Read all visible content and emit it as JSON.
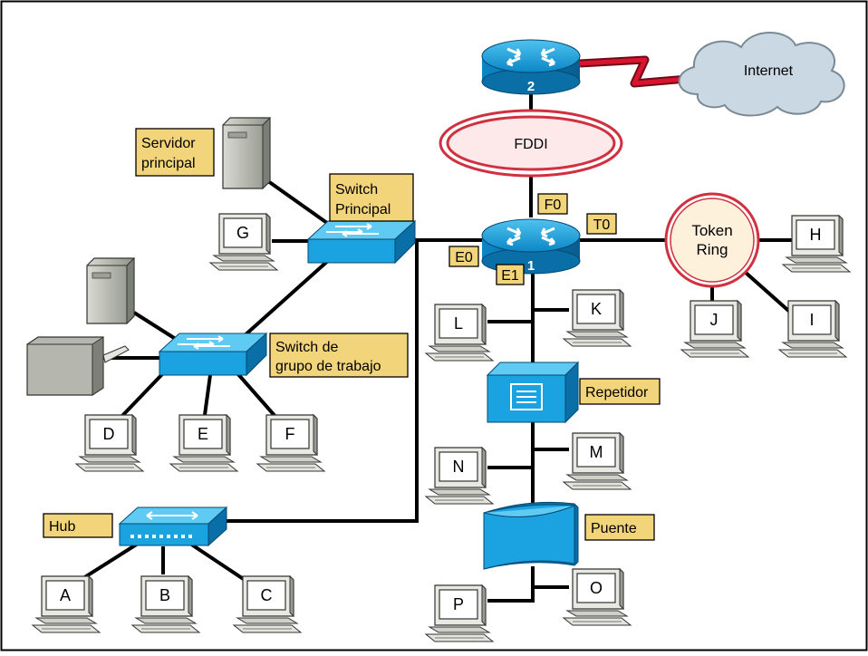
{
  "labels": {
    "internet": "Internet",
    "fddi": "FDDI",
    "router_top": "2",
    "router_mid": "1",
    "port_f0": "F0",
    "port_t0": "T0",
    "port_e0": "E0",
    "port_e1": "E1",
    "token_ring_line1": "Token",
    "token_ring_line2": "Ring",
    "servidor_line1": "Servidor",
    "servidor_line2": "principal",
    "switch_principal_line1": "Switch",
    "switch_principal_line2": "Principal",
    "switch_grupo_line1": "Switch de",
    "switch_grupo_line2": "grupo de trabajo",
    "repetidor": "Repetidor",
    "hub": "Hub",
    "puente": "Puente"
  },
  "pcs": {
    "A": "A",
    "B": "B",
    "C": "C",
    "D": "D",
    "E": "E",
    "F": "F",
    "G": "G",
    "H": "H",
    "I": "I",
    "J": "J",
    "K": "K",
    "L": "L",
    "M": "M",
    "N": "N",
    "O": "O",
    "P": "P"
  },
  "colors": {
    "device_blue": "#1aa3e0",
    "device_dark": "#0a6fa6",
    "tag_fill": "#f2d47a",
    "ring_red": "#d0303f",
    "wan_red": "#c8102e",
    "cloud": "#c9d8e3"
  }
}
